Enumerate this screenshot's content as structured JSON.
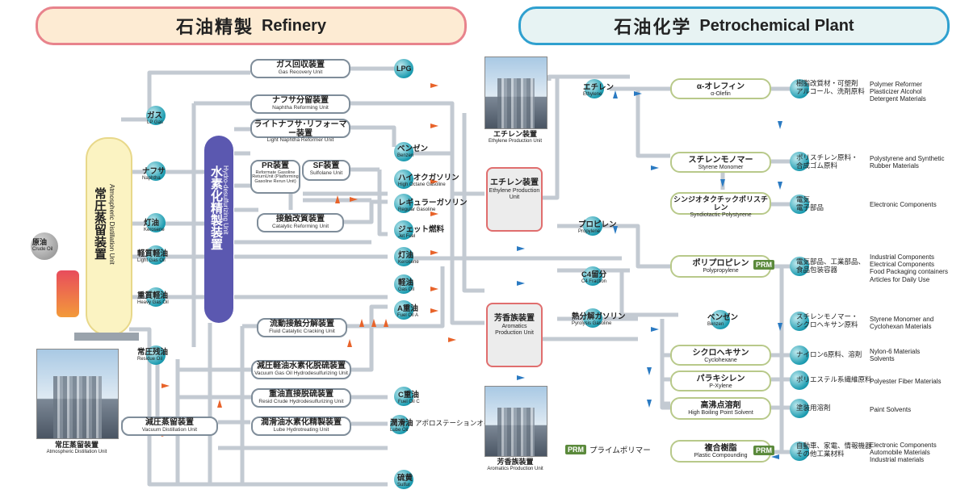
{
  "headers": {
    "refinery": {
      "jp": "石油精製",
      "en": "Refinery"
    },
    "petrochem": {
      "jp": "石油化学",
      "en": "Petrochemical Plant"
    }
  },
  "crude": {
    "jp": "原油",
    "en": "Crude Oil"
  },
  "distillation": {
    "jp": "常圧蒸留装置",
    "en": "Atmospheric Distillation Unit"
  },
  "hds": {
    "jp": "水素化精製装置",
    "en": "Hydro-desulfurizing Unit"
  },
  "cuts": [
    {
      "jp": "ガス",
      "en": "LP Gas"
    },
    {
      "jp": "ナフサ",
      "en": "Naphtha"
    },
    {
      "jp": "灯油",
      "en": "Kerosene"
    },
    {
      "jp": "軽質軽油",
      "en": "Light Gas Oil"
    },
    {
      "jp": "重質軽油",
      "en": "Heavy Gas Oil"
    },
    {
      "jp": "常圧残油",
      "en": "Residue Oil"
    }
  ],
  "units": {
    "gas_recovery": {
      "jp": "ガス回収装置",
      "en": "Gas Recovery Unit"
    },
    "naphtha_reforming": {
      "jp": "ナフサ分留装置",
      "en": "Naphtha Reforming Unit"
    },
    "light_naphtha": {
      "jp": "ライトナフサ･リフォーマー装置",
      "en": "Light Naphtha Reformer Unit"
    },
    "pr": {
      "jp": "PR装置",
      "en": "Reformate Gasoline ReturnUnit (Platforming Gasoline Rerun Unit)"
    },
    "sf": {
      "jp": "SF装置",
      "en": "Sulfolane Unit"
    },
    "catalytic": {
      "jp": "接触改質装置",
      "en": "Catalytic Reforming Unit"
    },
    "fcc": {
      "jp": "流動接触分解装置",
      "en": "Fluid Catalytic Cracking Unit"
    },
    "vgo": {
      "jp": "減圧軽油水素化脱硫装置",
      "en": "Vacuum Gas Oil Hydrodesulfurizing Unit"
    },
    "resid": {
      "jp": "重油直接脱硫装置",
      "en": "Resid Crude Hydrodesulfurizing Unit"
    },
    "lube": {
      "jp": "潤滑油水素化精製装置",
      "en": "Lube Hydrotreating Unit"
    },
    "vacuum": {
      "jp": "減圧蒸留装置",
      "en": "Vacuum Distillation Unit"
    }
  },
  "products": [
    {
      "jp": "LPG",
      "en": ""
    },
    {
      "jp": "ベンゼン",
      "en": "Benzen"
    },
    {
      "jp": "ハイオクガソリン",
      "en": "High Octane Gasoline"
    },
    {
      "jp": "レギュラーガソリン",
      "en": "Regular Gasoline"
    },
    {
      "jp": "ジェット燃料",
      "en": "Jet Fuel"
    },
    {
      "jp": "灯油",
      "en": "Kerosene"
    },
    {
      "jp": "軽油",
      "en": "Gas Oil"
    },
    {
      "jp": "A重油",
      "en": "Fuel Oil A"
    },
    {
      "jp": "C重油",
      "en": "Fuel Oil C"
    },
    {
      "jp": "潤滑油",
      "en": "Lube Oil"
    },
    {
      "jp": "硫黄",
      "en": "Sulfur"
    }
  ],
  "apollo": "アポロステーションオイル",
  "red_units": {
    "ethylene": {
      "jp": "エチレン装置",
      "en": "Ethylene Production Unit"
    },
    "aromatics": {
      "jp": "芳香族装置",
      "en": "Aromatics Production Unit"
    }
  },
  "photos": {
    "ethylene": {
      "jp": "エチレン装置",
      "en": "Ethylene Production Unit"
    },
    "aromatics": {
      "jp": "芳香族装置",
      "en": "Aromatics Production Unit"
    },
    "distill": {
      "jp": "常圧蒸留装置",
      "en": "Atmospheric Distillation Unit"
    }
  },
  "intermediates": [
    {
      "jp": "エチレン",
      "en": "Ethylene"
    },
    {
      "jp": "プロピレン",
      "en": "Propylene"
    },
    {
      "jp": "C4留分",
      "en": "C4 Fraction"
    },
    {
      "jp": "熱分解ガソリン",
      "en": "Pyrolysis Gasoline"
    },
    {
      "jp": "ベンゼン",
      "en": "Benzen"
    }
  ],
  "petro_units": [
    {
      "jp": "α-オレフィン",
      "en": "α-Olefin",
      "prm": false
    },
    {
      "jp": "スチレンモノマー",
      "en": "Styrene Monomer",
      "prm": false
    },
    {
      "jp": "シンジオタクチックポリスチレン",
      "en": "Syndiotactic Polystyrene",
      "prm": false
    },
    {
      "jp": "ポリプロピレン",
      "en": "Polypropylene",
      "prm": true
    },
    {
      "jp": "シクロヘキサン",
      "en": "Cyclohexane",
      "prm": false
    },
    {
      "jp": "パラキシレン",
      "en": "P-Xylene",
      "prm": false
    },
    {
      "jp": "高沸点溶剤",
      "en": "High Boiling Point Solvent",
      "prm": false
    },
    {
      "jp": "複合樹脂",
      "en": "Plastic Compounding",
      "prm": true
    }
  ],
  "uses": [
    {
      "jp": "樹脂改質材・可塑剤\nアルコール、洗剤原料",
      "en": "Polymer Reformer\nPlasticizer Alcohol\nDetergent Materials"
    },
    {
      "jp": "ポリスチレン原料・\n合成ゴム原料",
      "en": "Polystyrene and Synthetic\nRubber Materials"
    },
    {
      "jp": "電気\n電子部品",
      "en": "Electronic Components"
    },
    {
      "jp": "電気部品、工業部品、\n食品包装容器",
      "en": "Industrial Components\nElectrical Components\nFood Packaging containers\nArticles for Daily Use"
    },
    {
      "jp": "スチレンモノマー・\nシクロヘキサン原料",
      "en": "Styrene Monomer and\nCyclohexan Materials"
    },
    {
      "jp": "ナイロン6原料、溶剤",
      "en": "Nylon-6 Materials\nSolvents"
    },
    {
      "jp": "ポリエステル系繊維原料",
      "en": "Polyester Fiber Materials"
    },
    {
      "jp": "塗装用溶剤",
      "en": "Paint Solvents"
    },
    {
      "jp": "自動車、家電、情報機器\nその他工業材料",
      "en": "Electronic Components\nAutomobile Materials\nIndustrial materials"
    }
  ],
  "legend": {
    "prm": "PRM",
    "label": "プライムポリマー"
  },
  "colors": {
    "pipe": "#c9cfd6",
    "node": "#1b9bb0",
    "hds": "#5b58b0",
    "column": "#fbf3c2",
    "arrow_orange": "#e8632a",
    "arrow_blue": "#2a7ac2"
  }
}
